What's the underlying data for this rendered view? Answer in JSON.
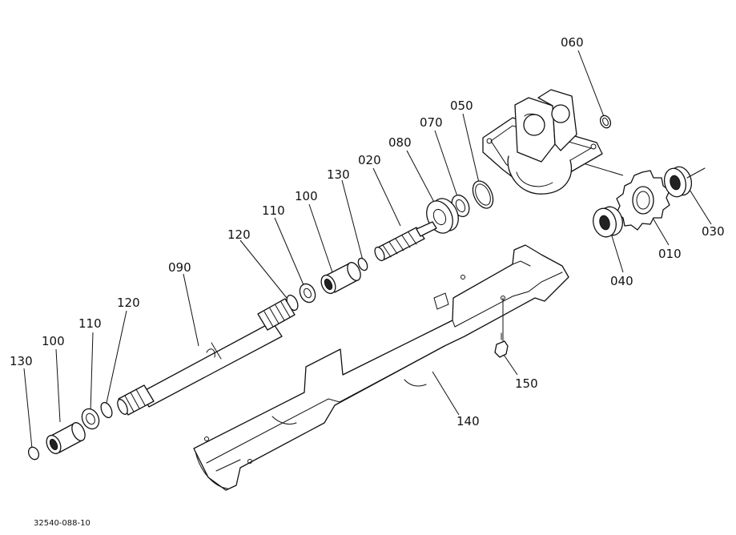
{
  "diagram": {
    "drawing_code": "32540-088-10",
    "callouts": [
      "060",
      "050",
      "070",
      "080",
      "020",
      "130",
      "100",
      "110",
      "120",
      "090",
      "030",
      "010",
      "040",
      "150",
      "140",
      "120",
      "110",
      "100",
      "130"
    ]
  }
}
